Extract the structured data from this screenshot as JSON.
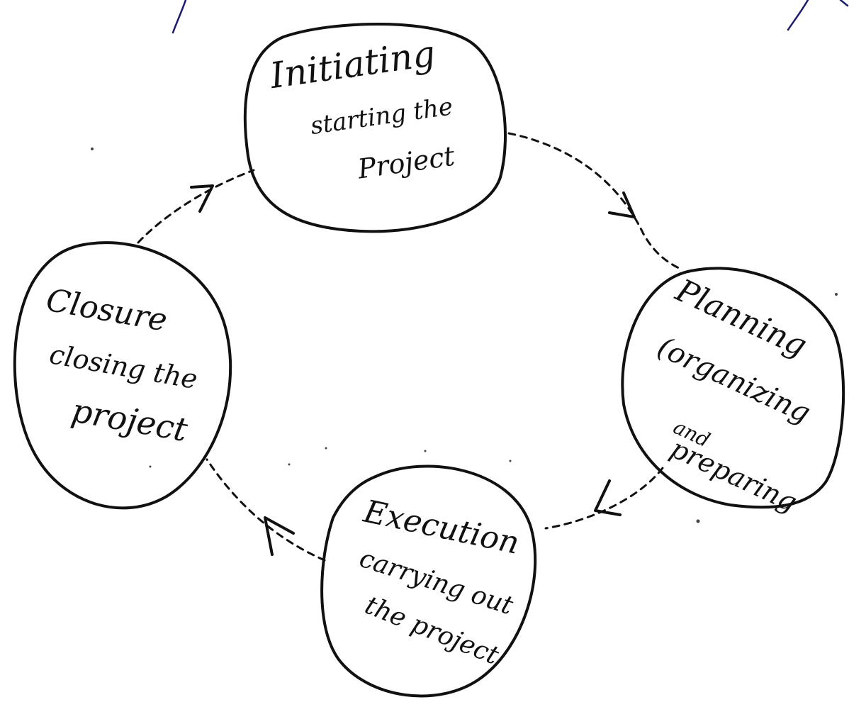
{
  "diagram": {
    "ink_color": "#111111",
    "pen_color": "#1c1c6e",
    "nodes": [
      {
        "id": "initiating",
        "title": "Initiating",
        "subtitle_lines": [
          "starting the",
          "Project"
        ]
      },
      {
        "id": "planning",
        "title": "Planning",
        "subtitle_lines": [
          "(organizing",
          "and",
          "preparing"
        ]
      },
      {
        "id": "execution",
        "title": "Execution",
        "subtitle_lines": [
          "carrying out",
          "the project"
        ]
      },
      {
        "id": "closure",
        "title": "Closure",
        "subtitle_lines": [
          "closing the",
          "project"
        ]
      }
    ],
    "edges": [
      {
        "from": "initiating",
        "to": "planning",
        "style": "dashed"
      },
      {
        "from": "planning",
        "to": "execution",
        "style": "dashed"
      },
      {
        "from": "execution",
        "to": "closure",
        "style": "dashed"
      },
      {
        "from": "closure",
        "to": "initiating",
        "style": "dashed"
      }
    ]
  }
}
